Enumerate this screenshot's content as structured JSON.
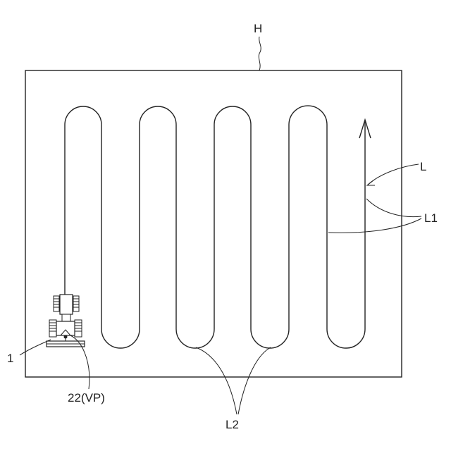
{
  "labels": {
    "field": "H",
    "route": "L",
    "straight_path": "L1",
    "turn_path": "L2",
    "tractor": "1",
    "vehicle_point": "22(VP)"
  }
}
